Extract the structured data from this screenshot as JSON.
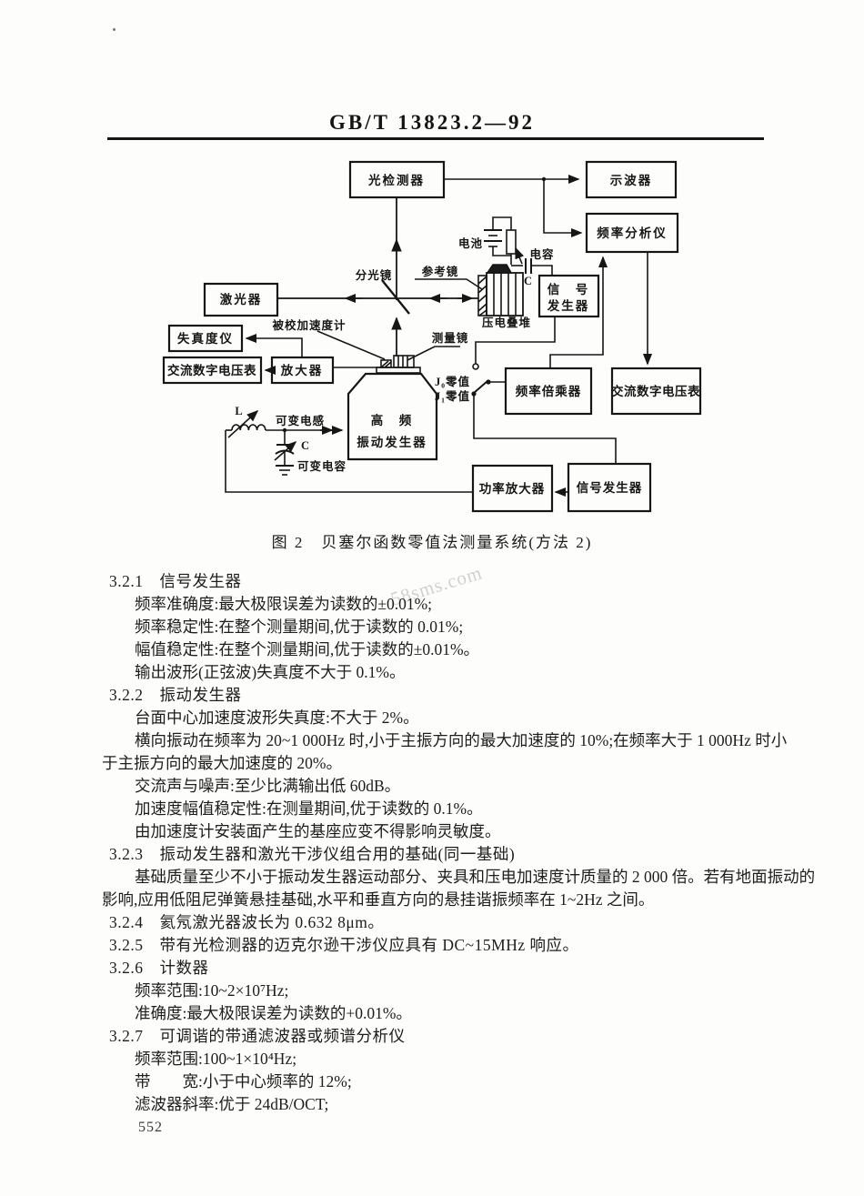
{
  "header": {
    "doc_number": "GB/T 13823.2—92"
  },
  "figure": {
    "caption": "图 2　贝塞尔函数零值法测量系统(方法 2)",
    "boxes": {
      "photodetector": "光检测器",
      "oscilloscope": "示波器",
      "frequency_analyzer": "频率分析仪",
      "signal_generator_center_line1": "信　号",
      "signal_generator_center_line2": "发生器",
      "laser": "激光器",
      "distortion_meter": "失真度仪",
      "ac_voltmeter_left": "交流数字电压表",
      "amplifier": "放大器",
      "frequency_multiplier": "频率倍乘器",
      "ac_voltmeter_right": "交流数字电压表",
      "vibration_generator_line1": "高　频",
      "vibration_generator_line2": "振动发生器",
      "power_amplifier": "功率放大器",
      "signal_generator_bottom": "信号发生器"
    },
    "labels": {
      "battery": "电池",
      "capacitor": "电容",
      "capacitor_c": "C",
      "beam_splitter": "分光镜",
      "reference_mirror": "参考镜",
      "piezo_stack": "压电叠堆",
      "accelerometer_under_cal": "被校加速度计",
      "measuring_mirror": "测量镜",
      "j0_zero": "J₀零值",
      "j1_zero": "J₁零值",
      "inductor_l": "L",
      "variable_inductor": "可变电感",
      "variable_capacitor_c": "C",
      "variable_capacitor": "可变电容"
    }
  },
  "sections": [
    {
      "t": "3.2.1　信号发生器"
    },
    {
      "t": "频率准确度:最大极限误差为读数的±0.01%;"
    },
    {
      "t": "频率稳定性:在整个测量期间,优于读数的 0.01%;"
    },
    {
      "t": "幅值稳定性:在整个测量期间,优于读数的±0.01%。"
    },
    {
      "t": "输出波形(正弦波)失真度不大于 0.1%。"
    },
    {
      "t": "3.2.2　振动发生器"
    },
    {
      "t": "台面中心加速度波形失真度:不大于 2%。"
    },
    {
      "t": "横向振动在频率为 20~1 000Hz 时,小于主振方向的最大加速度的 10%;在频率大于 1 000Hz 时小"
    },
    {
      "t": "于主振方向的最大加速度的 20%。"
    },
    {
      "t": "交流声与噪声:至少比满输出低 60dB。"
    },
    {
      "t": "加速度幅值稳定性:在测量期间,优于读数的 0.1%。"
    },
    {
      "t": "由加速度计安装面产生的基座应变不得影响灵敏度。"
    },
    {
      "t": "3.2.3　振动发生器和激光干涉仪组合用的基础(同一基础)"
    },
    {
      "t": "基础质量至少不小于振动发生器运动部分、夹具和压电加速度计质量的 2 000 倍。若有地面振动的"
    },
    {
      "t": "影响,应用低阻尼弹簧悬挂基础,水平和垂直方向的悬挂谐振频率在 1~2Hz 之间。"
    },
    {
      "t": "3.2.4　氦氖激光器波长为 0.632 8μm。"
    },
    {
      "t": "3.2.5　带有光检测器的迈克尔逊干涉仪应具有 DC~15MHz 响应。"
    },
    {
      "t": "3.2.6　计数器"
    },
    {
      "t": "频率范围:10~2×10⁷Hz;"
    },
    {
      "t": "准确度:最大极限误差为读数的+0.01%。"
    },
    {
      "t": "3.2.7　可调谐的带通滤波器或频谱分析仪"
    },
    {
      "t": "频率范围:100~1×10⁴Hz;"
    },
    {
      "t": "带　　宽:小于中心频率的 12%;"
    },
    {
      "t": "滤波器斜率:优于 24dB/OCT;"
    }
  ],
  "footer": {
    "page_number": "552"
  },
  "watermark": {
    "text": "58sms.com"
  }
}
